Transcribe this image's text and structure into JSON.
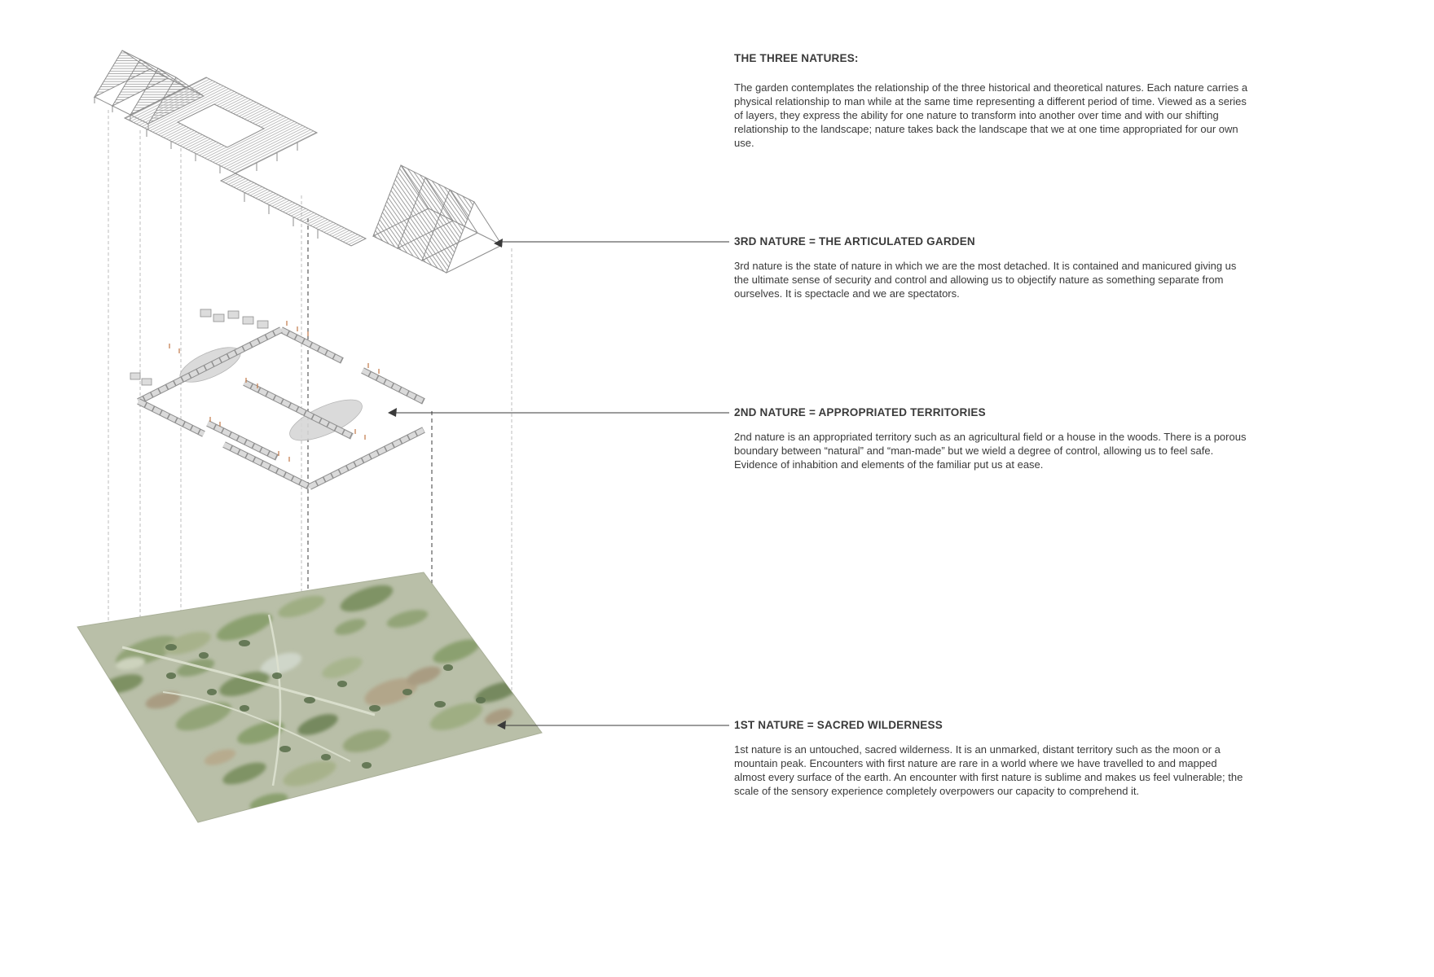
{
  "title": "THE THREE NATURES:",
  "intro": "The garden contemplates the relationship of the three historical and theoretical natures. Each nature carries a physical relationship to man while at the same time representing a different period of time.  Viewed as a series of layers, they express the ability for one nature to transform into another over time and with our shifting relationship to the landscape; nature takes back the landscape that we at one time appropriated for our own use.",
  "sections": [
    {
      "id": "third-nature",
      "heading": "3RD NATURE = THE ARTICULATED GARDEN",
      "body": "3rd nature is the state of nature in which we are the most detached.  It is contained and manicured giving us the ultimate sense of security and control and allowing us to objectify nature as something separate from ourselves.  It is spectacle and we are spectators."
    },
    {
      "id": "second-nature",
      "heading": "2ND NATURE = APPROPRIATED TERRITORIES",
      "body": "2nd nature is an appropriated territory such as an agricultural field or a house in the woods. There is a porous boundary between “natural” and “man-made” but we wield a degree of control, allowing us to feel safe.  Evidence of inhabition and elements of the familiar put us at ease."
    },
    {
      "id": "first-nature",
      "heading": "1ST NATURE = SACRED WILDERNESS",
      "body": "1st nature is an untouched, sacred wilderness. It is an unmarked, distant territory such as the moon or a mountain peak. Encounters with first nature are rare in a world where we have travelled to and mapped almost every surface of the earth. An encounter with first nature is sublime and makes us feel vulnerable; the scale of the sensory experience completely overpowers our capacity to comprehend it."
    }
  ],
  "diagram": {
    "layers": [
      {
        "name": "3rd nature - articulated garden structure"
      },
      {
        "name": "2nd nature - appropriated territories walls"
      },
      {
        "name": "1st nature - sacred wilderness site plan"
      }
    ],
    "colors": {
      "ink": "#3a3a3a",
      "line-gray": "#8c8c8c"
    }
  }
}
